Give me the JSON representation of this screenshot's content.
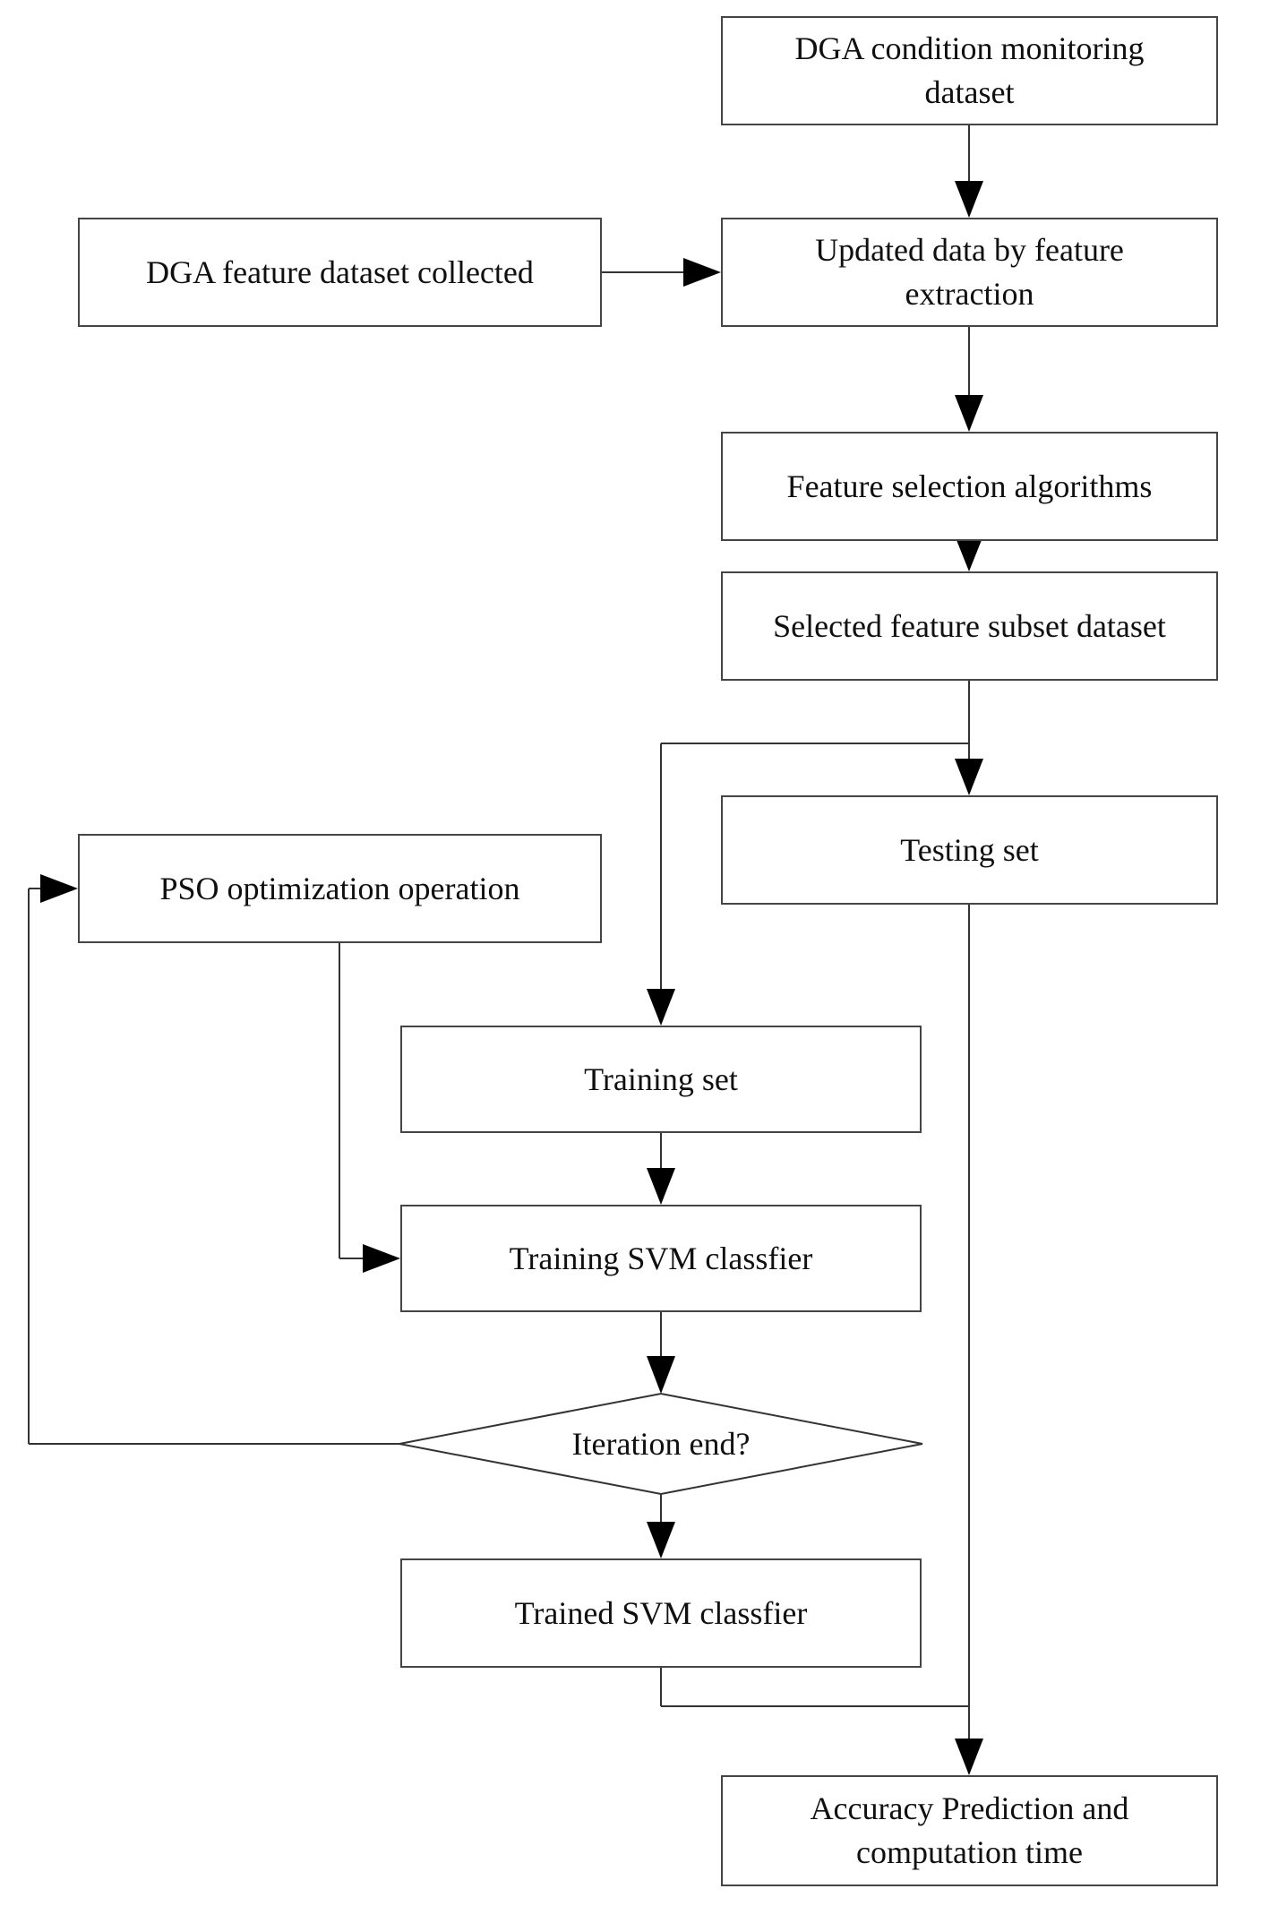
{
  "diagram": {
    "type": "flowchart",
    "nodes": {
      "dga_condition": {
        "label": "DGA condition monitoring\ndataset",
        "shape": "rect"
      },
      "dga_feature": {
        "label": "DGA feature dataset collected",
        "shape": "rect"
      },
      "updated_data": {
        "label": "Updated data by feature\nextraction",
        "shape": "rect"
      },
      "feature_selection": {
        "label": "Feature selection algorithms",
        "shape": "rect"
      },
      "selected_subset": {
        "label": "Selected feature subset dataset",
        "shape": "rect"
      },
      "testing_set": {
        "label": "Testing set",
        "shape": "rect"
      },
      "pso": {
        "label": "PSO optimization operation",
        "shape": "rect"
      },
      "training_set": {
        "label": "Training set",
        "shape": "rect"
      },
      "training_svm": {
        "label": "Training SVM classfier",
        "shape": "rect"
      },
      "iteration_end": {
        "label": "Iteration end?",
        "shape": "diamond"
      },
      "trained_svm": {
        "label": "Trained SVM classfier",
        "shape": "rect"
      },
      "accuracy": {
        "label": "Accuracy Prediction and\ncomputation time",
        "shape": "rect"
      }
    },
    "edges": [
      {
        "from": "dga_condition",
        "to": "updated_data"
      },
      {
        "from": "dga_feature",
        "to": "updated_data"
      },
      {
        "from": "updated_data",
        "to": "feature_selection"
      },
      {
        "from": "feature_selection",
        "to": "selected_subset"
      },
      {
        "from": "selected_subset",
        "to": "testing_set"
      },
      {
        "from": "selected_subset",
        "to": "training_set"
      },
      {
        "from": "pso",
        "to": "training_svm"
      },
      {
        "from": "training_set",
        "to": "training_svm"
      },
      {
        "from": "training_svm",
        "to": "iteration_end"
      },
      {
        "from": "iteration_end",
        "to": "trained_svm"
      },
      {
        "from": "iteration_end",
        "to": "pso"
      },
      {
        "from": "trained_svm",
        "to": "accuracy"
      },
      {
        "from": "testing_set",
        "to": "accuracy"
      }
    ],
    "colors": {
      "border": "#454545",
      "line": "#333333",
      "arrow": "#000000",
      "text": "#101010",
      "background": "#ffffff"
    }
  }
}
